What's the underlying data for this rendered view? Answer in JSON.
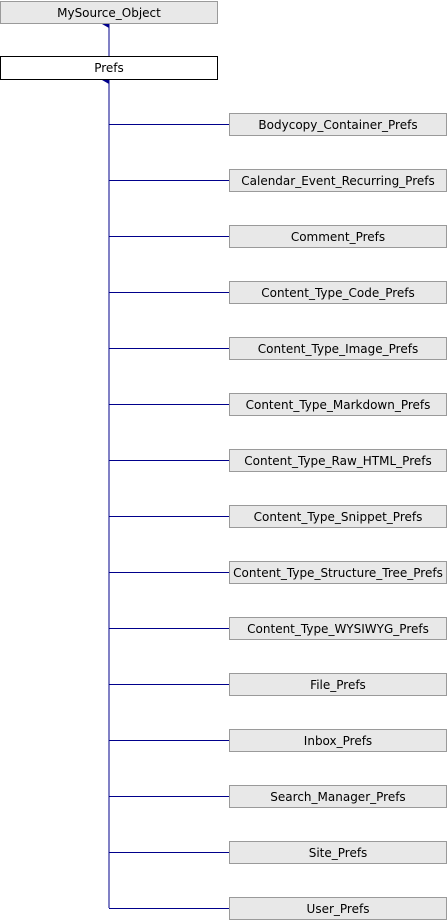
{
  "diagram": {
    "base_class": "MySource_Object",
    "current_class": "Prefs",
    "child_classes": [
      "Bodycopy_Container_Prefs",
      "Calendar_Event_Recurring_Prefs",
      "Comment_Prefs",
      "Content_Type_Code_Prefs",
      "Content_Type_Image_Prefs",
      "Content_Type_Markdown_Prefs",
      "Content_Type_Raw_HTML_Prefs",
      "Content_Type_Snippet_Prefs",
      "Content_Type_Structure_Tree_Prefs",
      "Content_Type_WYSIWYG_Prefs",
      "File_Prefs",
      "Inbox_Prefs",
      "Search_Manager_Prefs",
      "Site_Prefs",
      "User_Prefs"
    ],
    "colors": {
      "edge": "#00008b",
      "node_fill": "#e8e8e8",
      "node_border": "#9a9a9a",
      "current_fill": "#ffffff",
      "current_border": "#000000"
    }
  }
}
